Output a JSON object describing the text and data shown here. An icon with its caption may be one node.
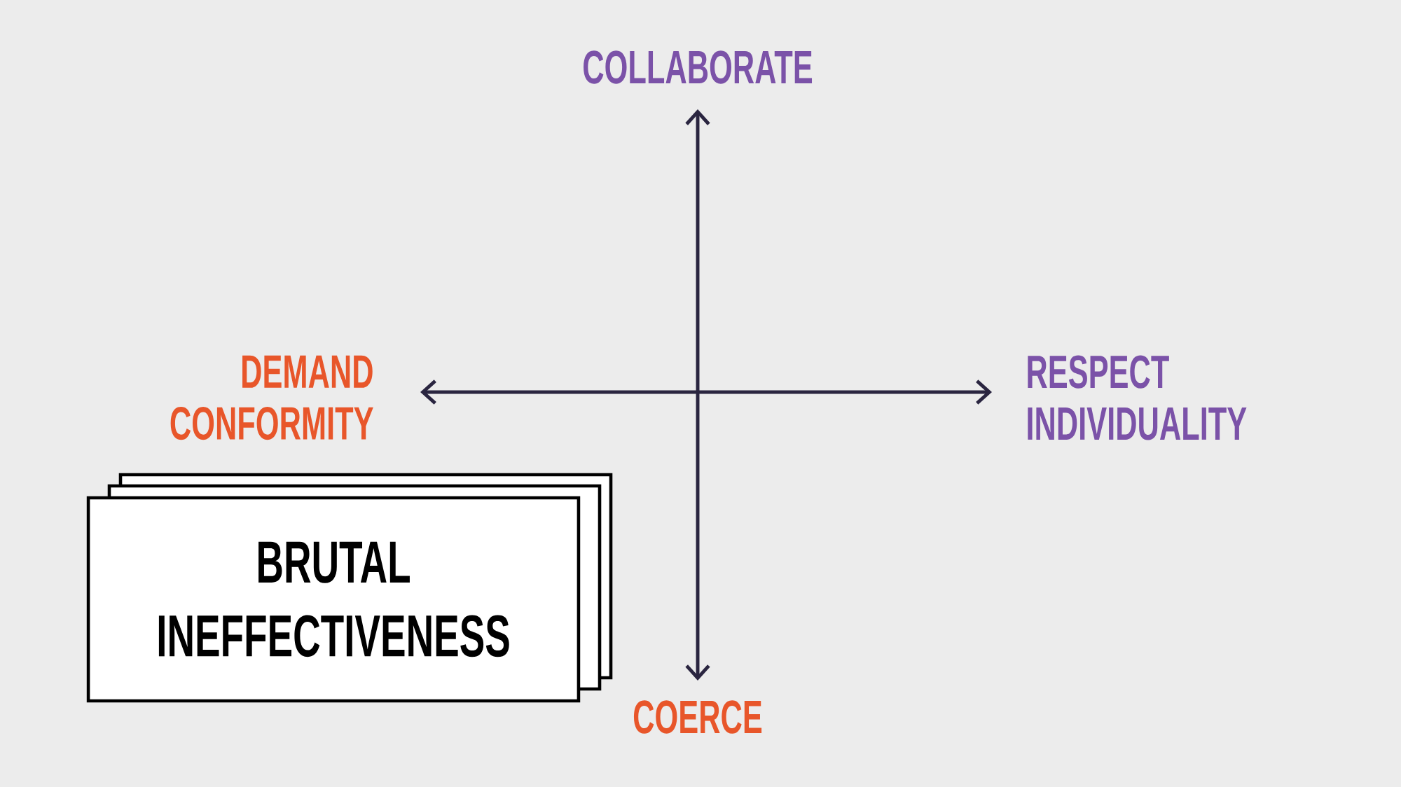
{
  "diagram": {
    "nodes": [
      {
        "text": [
          "BRUTAL INEFFECTIVENESS"
        ]
      }
    ],
    "labels": [
      "COLLABORATE",
      "DEMAND CONFORMITY",
      "RESPECT INDIVIDUALITY",
      "COERCE"
    ]
  }
}
